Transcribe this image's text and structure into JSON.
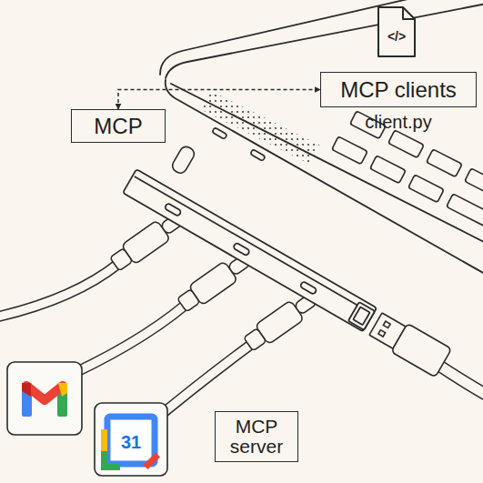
{
  "diagram": {
    "nodes": [
      {
        "text": [
          "MCP clients",
          "client.py"
        ]
      },
      {
        "text": [
          "MCP"
        ]
      },
      {
        "text": [
          "MCP server"
        ]
      }
    ],
    "edges": [
      {
        "from": 1,
        "to": 0,
        "arrow": "both"
      }
    ],
    "labels": [
      "</>",
      "31"
    ]
  }
}
